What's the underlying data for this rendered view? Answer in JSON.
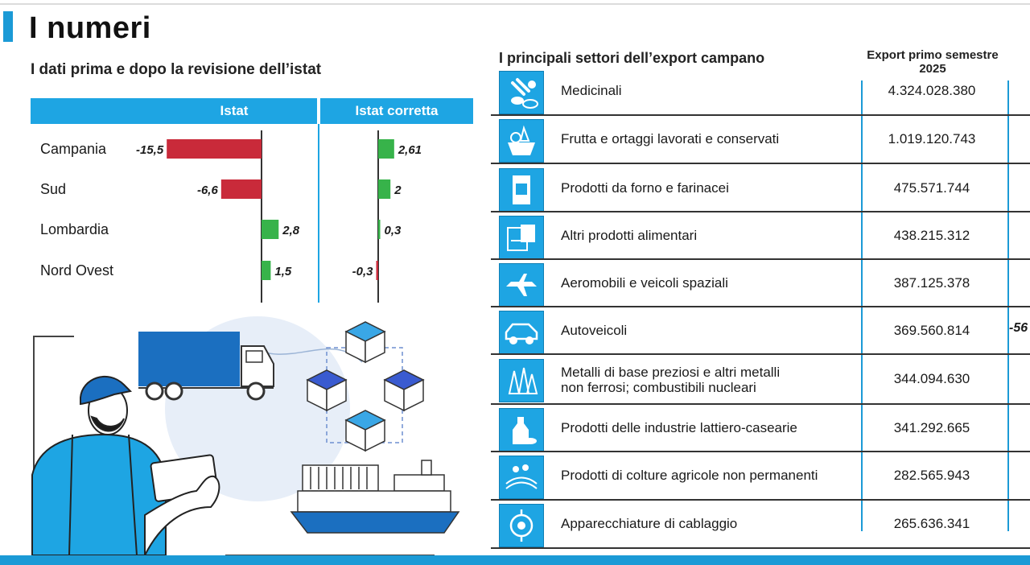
{
  "page": {
    "title": "I numeri",
    "left_subtitle": "I dati prima e dopo la revisione dell’istat",
    "right_title": "I principali settori dell’export campano",
    "right_col_header_line1": "Export primo semestre",
    "right_col_header_line2": "2025",
    "truncated_value": "-56"
  },
  "colors": {
    "accent": "#1ea5e3",
    "negative": "#c92a3a",
    "positive": "#37b34a",
    "axis": "#333333"
  },
  "chart_data": {
    "type": "bar",
    "categories": [
      "Campania",
      "Sud",
      "Lombardia",
      "Nord Ovest"
    ],
    "series": [
      {
        "name": "Istat",
        "values": [
          -15.5,
          -6.6,
          2.8,
          1.5
        ],
        "labels": [
          "-15,5",
          "-6,6",
          "2,8",
          "1,5"
        ]
      },
      {
        "name": "Istat corretta",
        "values": [
          2.61,
          2,
          0.3,
          -0.3
        ],
        "labels": [
          "2,61",
          "2",
          "0,3",
          "-0,3"
        ]
      }
    ],
    "orientation": "horizontal"
  },
  "sectors": [
    {
      "name": "Medicinali",
      "value": "4.324.028.380",
      "icon": "pills-icon"
    },
    {
      "name": "Frutta e ortaggi lavorati e conservati",
      "value": "1.019.120.743",
      "icon": "fruit-basket-icon"
    },
    {
      "name": "Prodotti da forno e farinacei",
      "value": "475.571.744",
      "icon": "bread-bag-icon"
    },
    {
      "name": "Altri prodotti alimentari",
      "value": "438.215.312",
      "icon": "food-package-icon"
    },
    {
      "name": "Aeromobili e veicoli spaziali",
      "value": "387.125.378",
      "icon": "airplane-icon"
    },
    {
      "name": "Autoveicoli",
      "value": "369.560.814",
      "icon": "car-icon"
    },
    {
      "name": "Metalli di base preziosi e altri metalli",
      "name2": "non ferrosi; combustibili nucleari",
      "value": "344.094.630",
      "icon": "metal-icon"
    },
    {
      "name": "Prodotti delle industrie lattiero-casearie",
      "value": "341.292.665",
      "icon": "dairy-icon"
    },
    {
      "name": "Prodotti di colture agricole non permanenti",
      "value": "282.565.943",
      "icon": "crops-icon"
    },
    {
      "name": "Apparecchiature di cablaggio",
      "value": "265.636.341",
      "icon": "cable-icon"
    }
  ]
}
